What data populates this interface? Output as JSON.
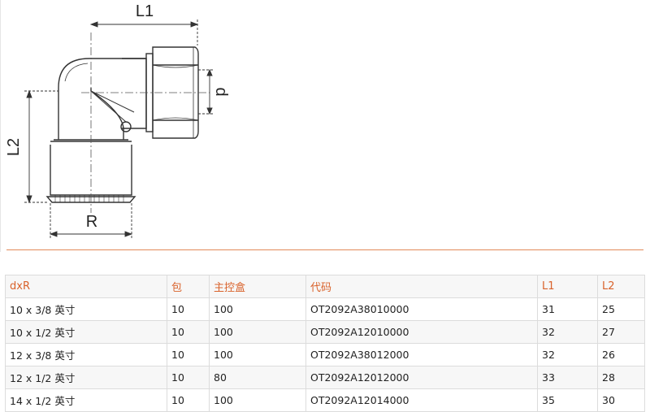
{
  "drawing": {
    "dimension_labels": {
      "l1": "L1",
      "l2": "L2",
      "r": "R",
      "p": "p"
    }
  },
  "table": {
    "headers": [
      "dxR",
      "包",
      "主控盒",
      "代码",
      "L1",
      "L2"
    ],
    "rows": [
      [
        "10 x 3/8 英寸",
        "10",
        "100",
        "OT2092A38010000",
        "31",
        "25"
      ],
      [
        "10 x 1/2 英寸",
        "10",
        "100",
        "OT2092A12010000",
        "32",
        "27"
      ],
      [
        "12 x 3/8 英寸",
        "10",
        "100",
        "OT2092A38012000",
        "32",
        "26"
      ],
      [
        "12 x 1/2 英寸",
        "10",
        "80",
        "OT2092A12012000",
        "33",
        "28"
      ],
      [
        "14 x 1/2 英寸",
        "10",
        "100",
        "OT2092A12014000",
        "35",
        "30"
      ]
    ]
  },
  "colors": {
    "accent": "#d9622b",
    "divider": "#e28a5a",
    "line": "#333333"
  }
}
